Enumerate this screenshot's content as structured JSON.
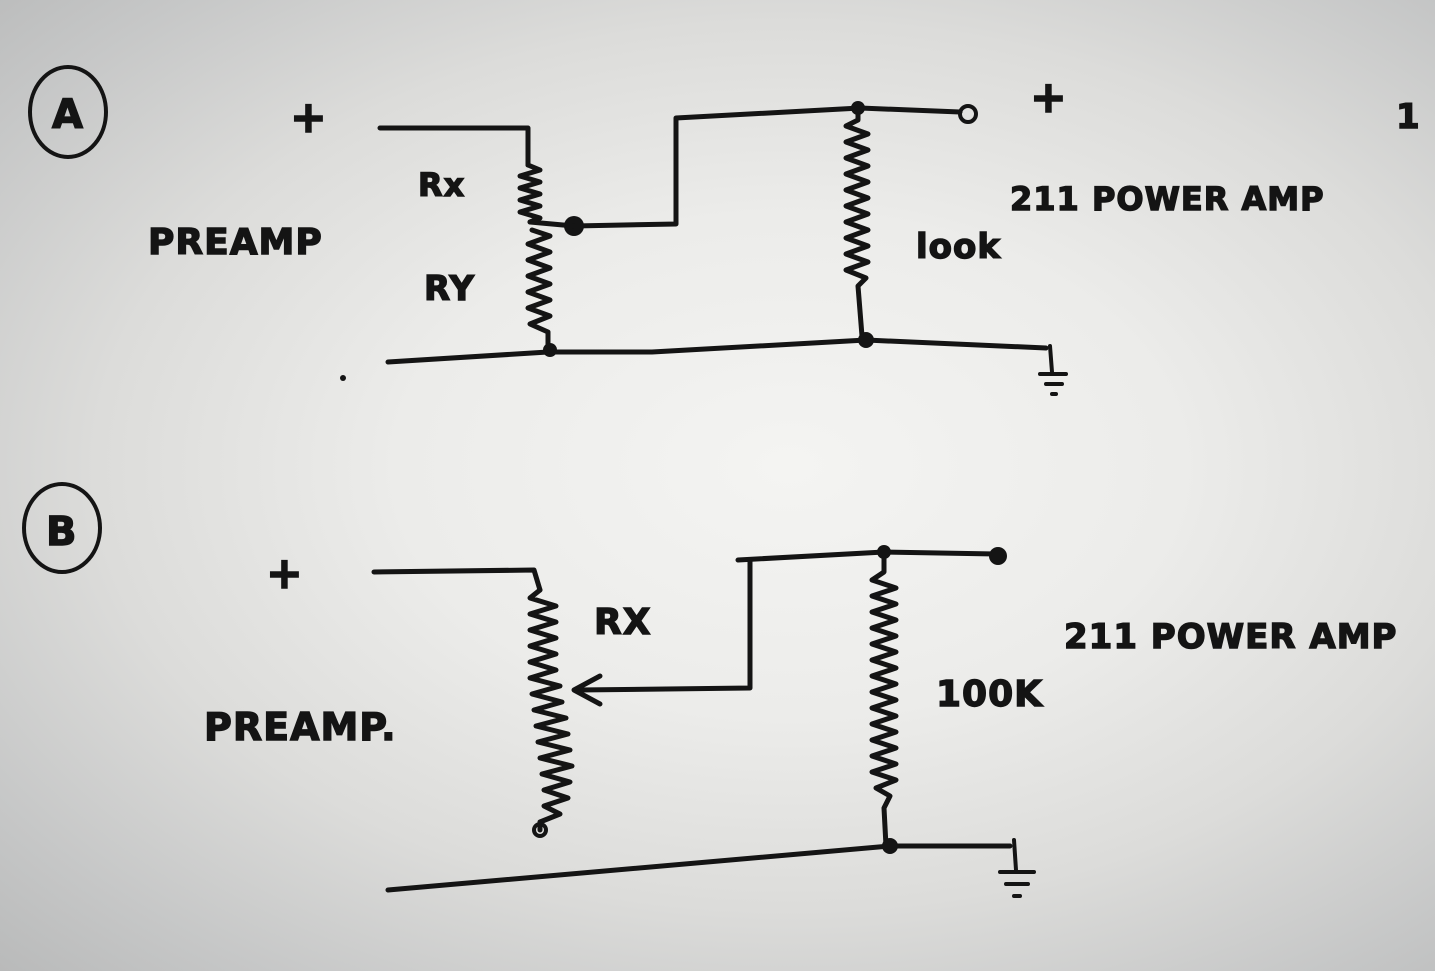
{
  "circuit_a": {
    "label": "A",
    "input_plus": "+",
    "input_name": "PREAMP",
    "rx_label": "Rx",
    "ry_label": "RY",
    "load_label": "look",
    "output_plus": "+",
    "output_name": "211 POWER AMP",
    "page_mark": "1"
  },
  "circuit_b": {
    "label": "B",
    "input_plus": "+",
    "input_name": "PREAMP.",
    "rx_label": "RX",
    "load_label": "100K",
    "output_name": "211 POWER AMP"
  }
}
